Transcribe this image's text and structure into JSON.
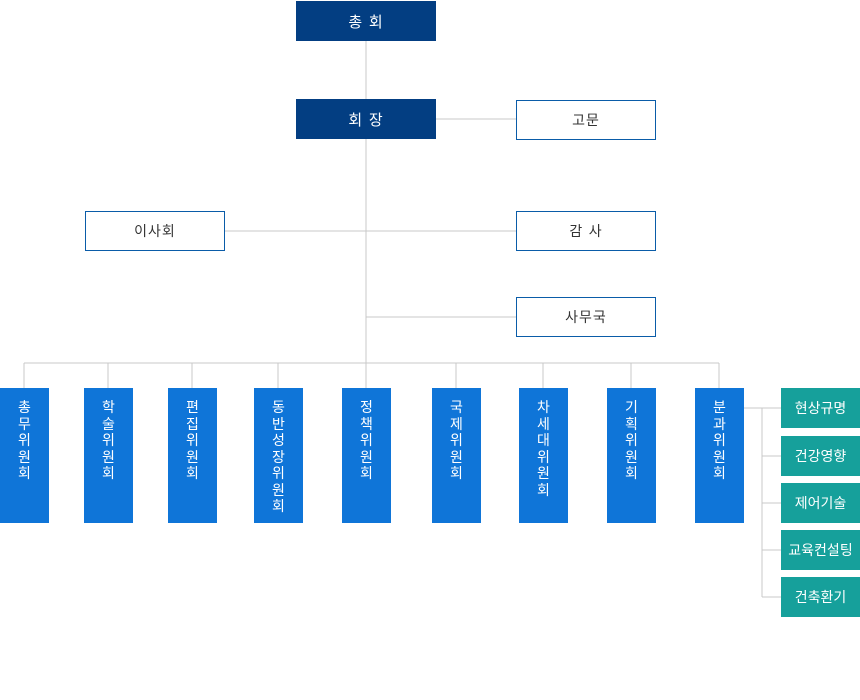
{
  "top": {
    "assembly": "총 회",
    "president": "회 장"
  },
  "side": {
    "advisor": "고문",
    "board": "이사회",
    "auditor": "감 사",
    "secretariat": "사무국"
  },
  "committees": [
    {
      "name": "총무위원회"
    },
    {
      "name": "학술위원회"
    },
    {
      "name": "편집위원회"
    },
    {
      "name": "동반성장위원회"
    },
    {
      "name": "정책위원회"
    },
    {
      "name": "국제위원회"
    },
    {
      "name": "차세대위원회"
    },
    {
      "name": "기획위원회"
    },
    {
      "name": "분과위원회"
    }
  ],
  "subcommittees": [
    "현상규명",
    "건강영향",
    "제어기술",
    "교육컨설팅",
    "건축환기"
  ],
  "colors": {
    "dark": "#033e82",
    "committee": "#0f75d8",
    "sub": "#16a09b",
    "line": "#c8c8c8",
    "outline": "#0a5ca8"
  }
}
